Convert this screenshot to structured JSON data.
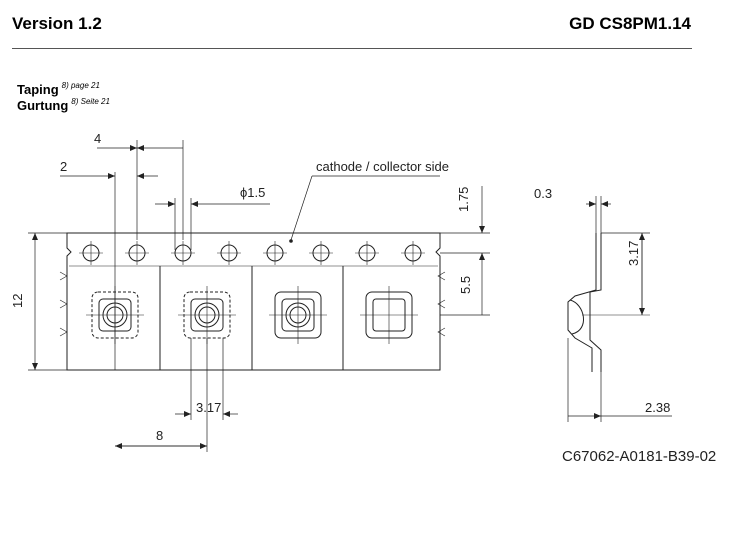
{
  "header": {
    "version": "Version 1.2",
    "doc_id": "GD CS8PM1.14"
  },
  "caption": {
    "line1": "Taping",
    "line1_ref": "8) page 21",
    "line2": "Gurtung",
    "line2_ref": "8) Seite 21"
  },
  "dims": {
    "d4": "4",
    "d2": "2",
    "d15": "ϕ1.5",
    "d175": "1.75",
    "d55": "5.5",
    "d12": "12",
    "d317": "3.17",
    "d8": "8",
    "d03": "0.3",
    "d317b": "3.17",
    "d238": "2.38"
  },
  "notes": {
    "cathode": "cathode / collector side",
    "drawing_no": "C67062-A0181-B39-02"
  }
}
